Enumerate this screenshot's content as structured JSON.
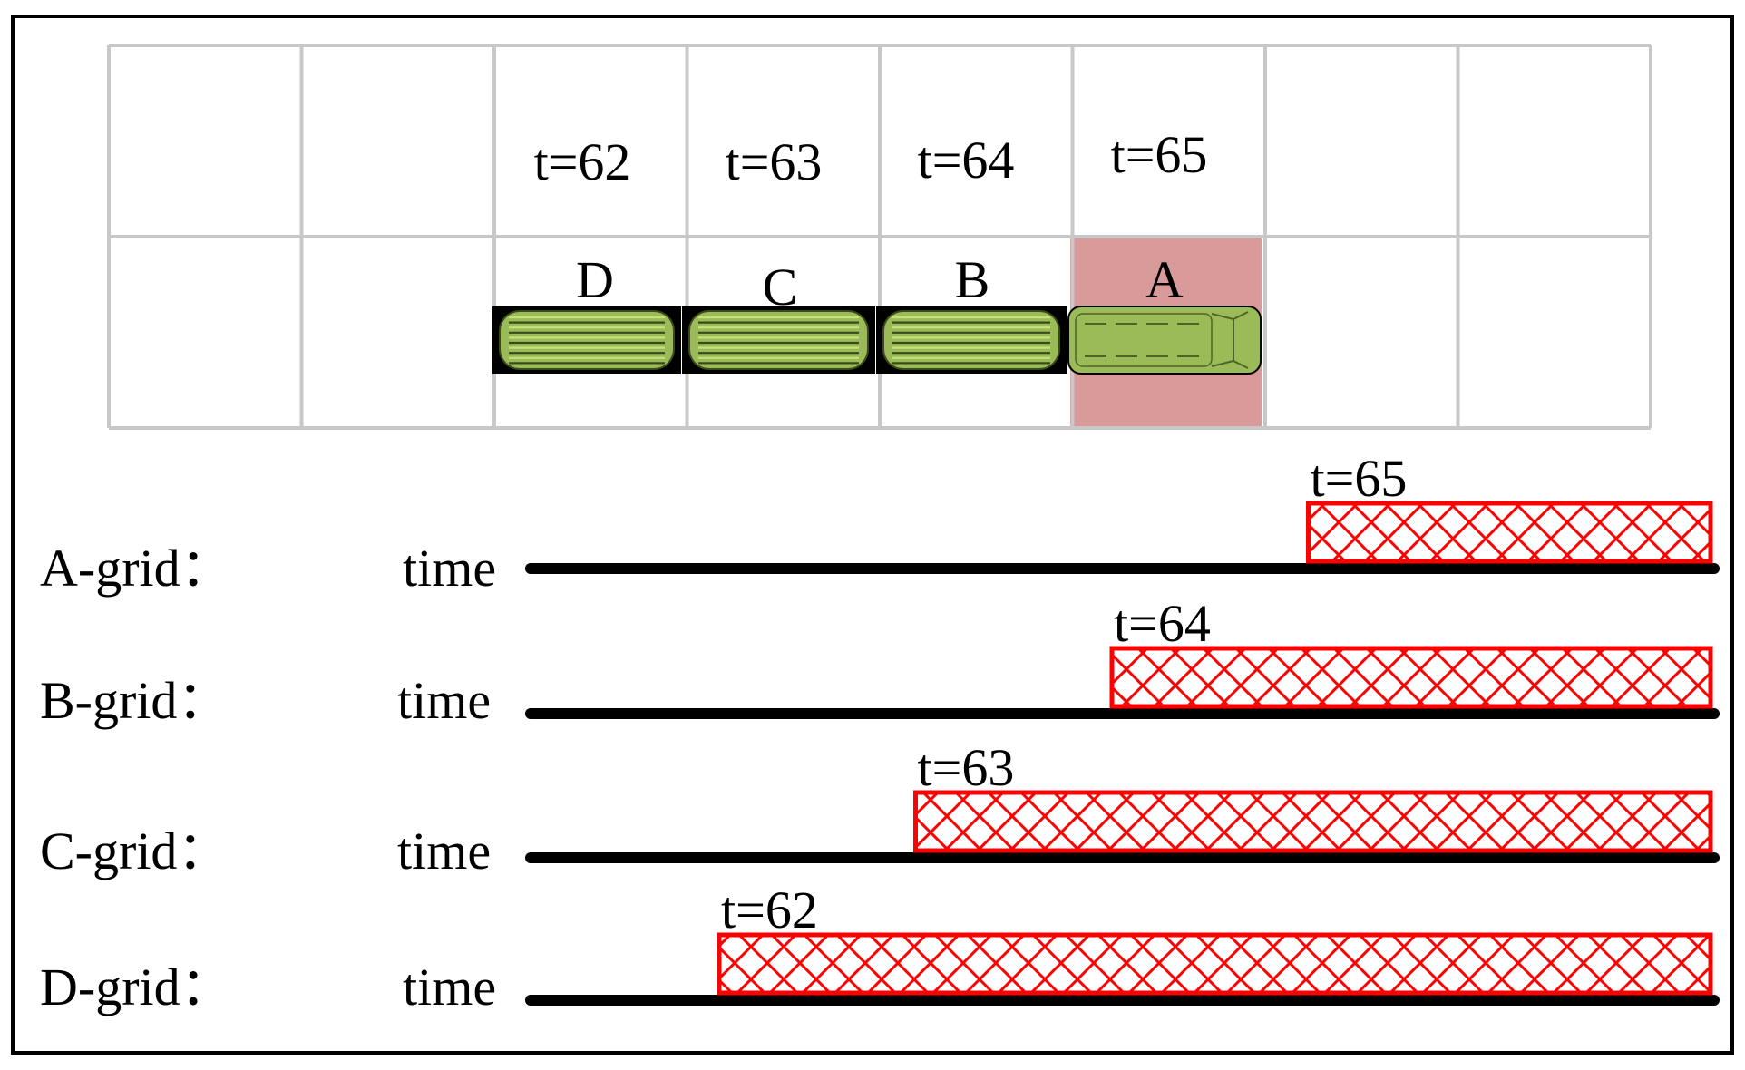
{
  "grid": {
    "time_labels": [
      "t=62",
      "t=63",
      "t=64",
      "t=65"
    ],
    "cell_labels": [
      "D",
      "C",
      "B",
      "A"
    ],
    "highlight_color": "#d99a9a",
    "line_color": "#c8c8c8"
  },
  "vehicle": {
    "body_color": "#9bbb59",
    "stripe_color": "#c6e07a",
    "cars": [
      "D",
      "C",
      "B",
      "A"
    ]
  },
  "timelines": [
    {
      "label": "A-grid：",
      "axis_label": "time",
      "start": 65,
      "start_label": "t=65"
    },
    {
      "label": "B-grid：",
      "axis_label": "time",
      "start": 64,
      "start_label": "t=64"
    },
    {
      "label": "C-grid：",
      "axis_label": "time",
      "start": 63,
      "start_label": "t=63"
    },
    {
      "label": "D-grid：",
      "axis_label": "time",
      "start": 62,
      "start_label": "t=62"
    }
  ],
  "occupied_color": "#ff0000"
}
